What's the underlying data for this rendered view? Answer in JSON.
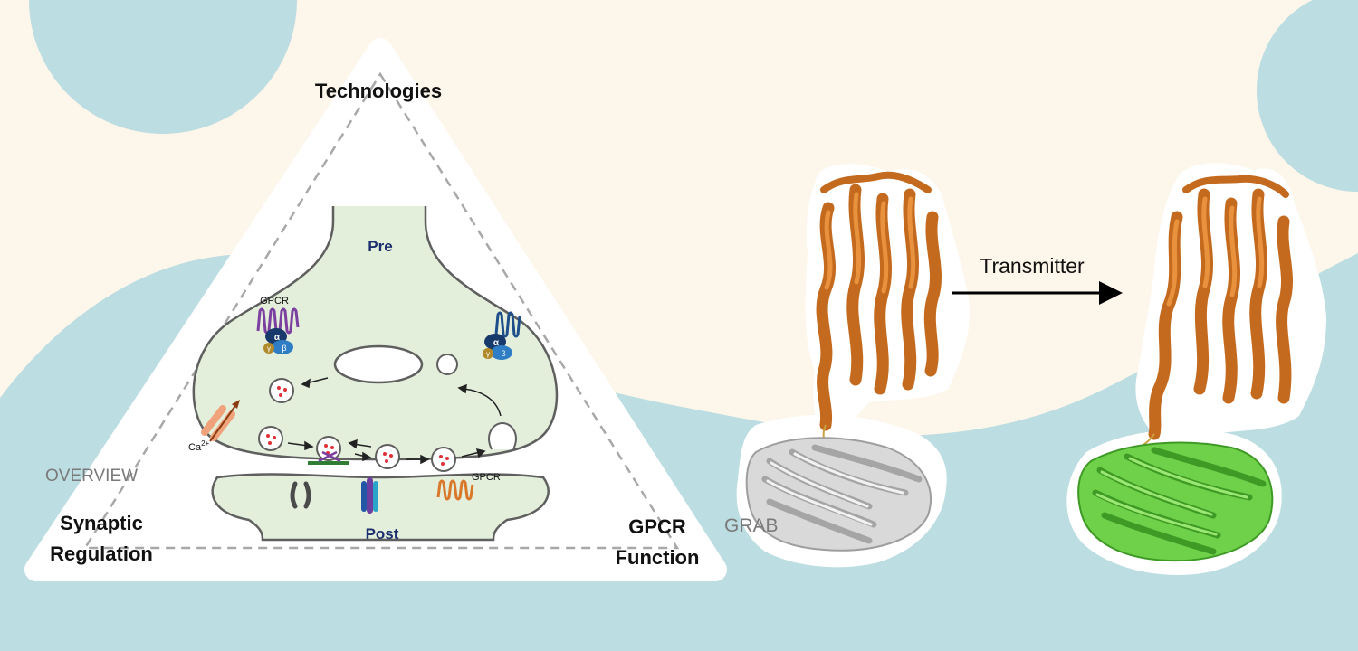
{
  "triangle": {
    "top_label": "Technologies",
    "left_label_line1": "Synaptic",
    "left_label_line2": "Regulation",
    "right_label_line1": "GPCR",
    "right_label_line2": "Function",
    "overview_label": "OVERVIEW"
  },
  "synapse": {
    "pre_label": "Pre",
    "post_label": "Post",
    "gpcr_label_pre": "GPCR",
    "gpcr_label_post": "GPCR",
    "calcium_label": "Ca",
    "calcium_charge": "2+",
    "alpha": "α",
    "beta": "β",
    "gamma": "γ"
  },
  "sensor": {
    "name": "GRAB",
    "arrow_label": "Transmitter"
  },
  "colors": {
    "background": "#fdf6ea",
    "teal_blob": "#bcdde1",
    "synapse_fill": "#e3eedb",
    "receptor_orange": "#d9782a",
    "gfp_green": "#5cc43a",
    "gfp_gray": "#bdbdbd",
    "label_navy": "#1b2f6e"
  }
}
